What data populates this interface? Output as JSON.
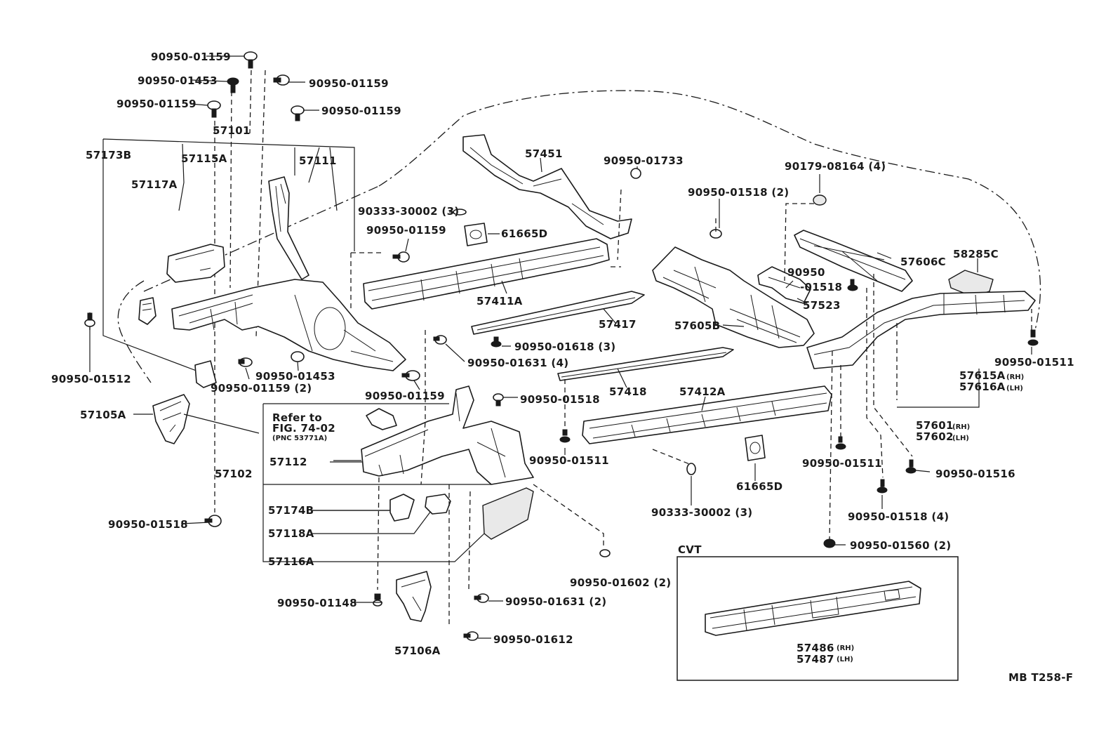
{
  "diagram": {
    "diagram_code": "MB T258-F",
    "inset_title": "CVT",
    "reference_note": {
      "line1": "Refer to",
      "line2": "FIG. 74-02",
      "line3": "(PNC 53771A)"
    },
    "labels": {
      "p90950_01159_a": "90950-01159",
      "p90950_01453_a": "90950-01453",
      "p90950_01159_b": "90950-01159",
      "p90950_01159_c": "90950-01159",
      "p90950_01159_d": "90950-01159",
      "p57101": "57101",
      "p57173B": "57173B",
      "p57115A": "57115A",
      "p57111": "57111",
      "p57117A": "57117A",
      "p90950_01512": "90950-01512",
      "p90950_01159_2": "90950-01159 (2)",
      "p90950_01453_b": "90950-01453",
      "p57105A": "57105A",
      "p57102": "57102",
      "p90950_01518_a": "90950-01518",
      "p57112": "57112",
      "p57174B": "57174B",
      "p57118A": "57118A",
      "p57116A": "57116A",
      "p90950_01148": "90950-01148",
      "p57106A": "57106A",
      "p90950_01631_b": "90950-01631 (2)",
      "p90950_01612": "90950-01612",
      "p90950_01602": "90950-01602 (2)",
      "p90950_01159_e": "90950-01159",
      "p90950_01518_b": "90950-01518",
      "p90950_01631_a": "90950-01631 (4)",
      "p57451": "57451",
      "p90950_01733": "90950-01733",
      "p90333_30002_a": "90333-30002 (3)",
      "p90950_01159_f": "90950-01159",
      "p61665D_a": "61665D",
      "p57411A": "57411A",
      "p57417": "57417",
      "p90950_01618": "90950-01618 (3)",
      "p90950_01518_c": "90950-01518 (2)",
      "p90179_08164": "90179-08164 (4)",
      "p90950_e": "90950",
      "p01518_e": "-01518",
      "p57523": "57523",
      "p57605B": "57605B",
      "p57606C": "57606C",
      "p58285C": "58285C",
      "p57418": "57418",
      "p57412A": "57412A",
      "p90950_01511_a": "90950-01511",
      "p61665D_b": "61665D",
      "p90333_30002_b": "90333-30002 (3)",
      "p90950_01511_b": "90950-01511",
      "p90950_01511_c": "90950-01511",
      "p57615A": "57615A",
      "p57616A": "57616A",
      "p57601": "57601",
      "p57602": "57602",
      "p90950_01516": "90950-01516",
      "p90950_01518_d": "90950-01518 (4)",
      "p90950_01560": "90950-01560 (2)",
      "p57486": "57486",
      "p57487": "57487"
    },
    "suffixes": {
      "rh": "(RH)",
      "lh": "(LH)"
    }
  }
}
